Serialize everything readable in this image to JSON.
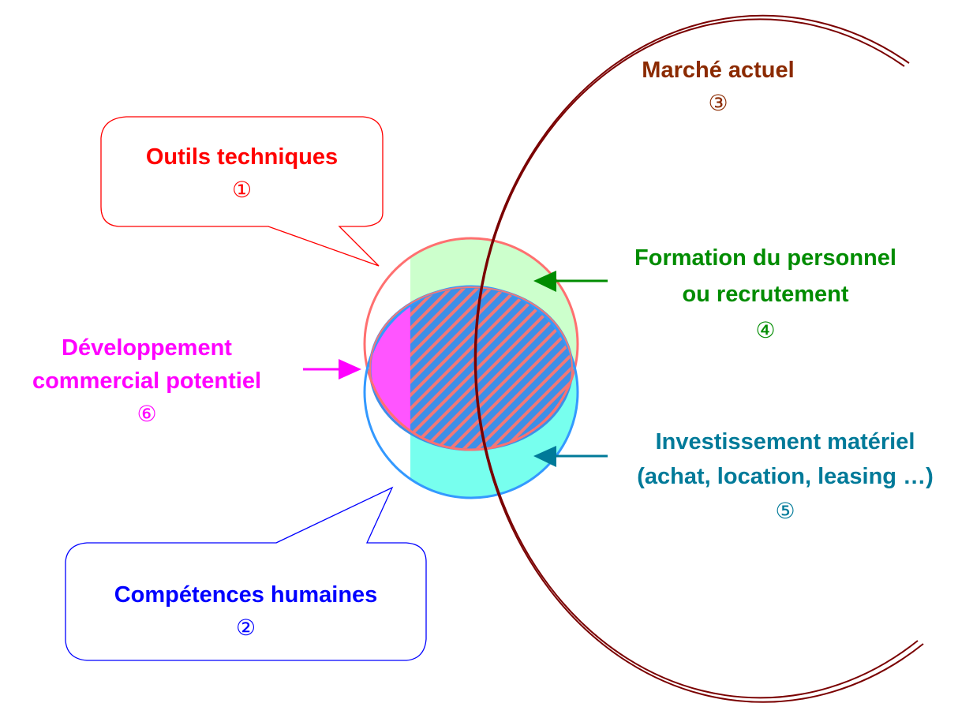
{
  "colors": {
    "outils": "#ff0000",
    "competences": "#0000ff",
    "marche": "#8b2a00",
    "formation": "#008c00",
    "investissement": "#007a99",
    "developpement": "#ff00ff",
    "market_arc": "#7a0000",
    "red_circle": "#ff7070",
    "blue_circle": "#3399ff",
    "green_fill": "#ccffcc",
    "cyan_fill": "#77ffee",
    "magenta_fill": "#ff55ff"
  },
  "labels": {
    "outils": {
      "title": "Outils techniques",
      "number": "①"
    },
    "competences": {
      "title": "Compétences humaines",
      "number": "②"
    },
    "marche": {
      "title": "Marché actuel",
      "number": "③"
    },
    "formation": {
      "line1": "Formation du personnel",
      "line2": "ou recrutement",
      "number": "④"
    },
    "investissement": {
      "line1": "Investissement matériel",
      "line2": "(achat, location, leasing …)",
      "number": "⑤"
    },
    "developpement": {
      "line1": "Développement",
      "line2": "commercial potentiel",
      "number": "⑥"
    }
  }
}
